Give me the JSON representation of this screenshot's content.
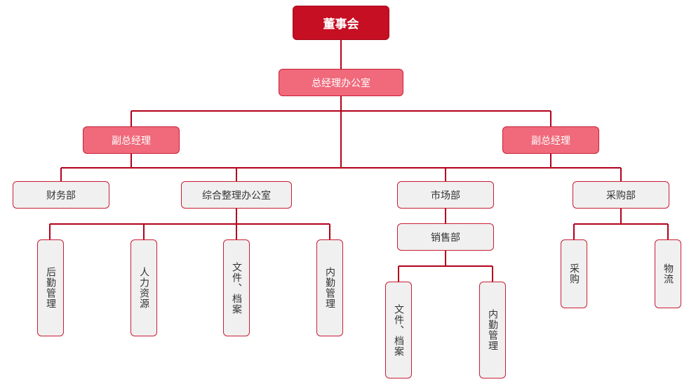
{
  "org": {
    "board": "董事会",
    "gm_office": "总经理办公室",
    "deputy_left": "副总经理",
    "deputy_right": "副总经理",
    "finance": "财务部",
    "admin_office": "综合整理办公室",
    "marketing": "市场部",
    "procurement": "采购部",
    "sales": "销售部",
    "logistics": "后勤管理",
    "hr": "人力资源",
    "docs_admin": "文件、档案",
    "internal_admin": "内勤管理",
    "docs_sales": "文件、档案",
    "internal_sales": "内勤管理",
    "purchase": "采购",
    "flow": "物流"
  },
  "colors": {
    "board": "#c60f23",
    "mid": "#f06a7b",
    "leaf": "#f0f0f0",
    "connector": "#b3001b"
  }
}
